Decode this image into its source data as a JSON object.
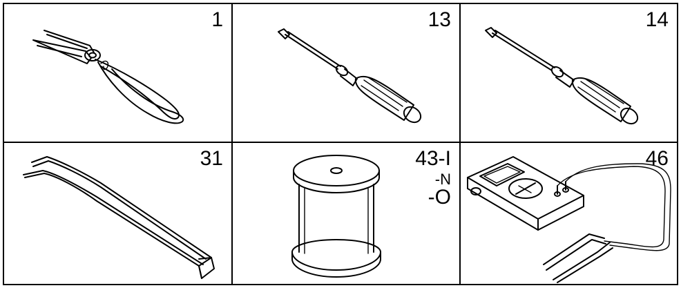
{
  "tools": [
    {
      "number": "1",
      "icon": "needle-nose-pliers-icon"
    },
    {
      "number": "13",
      "icon": "screwdriver-icon"
    },
    {
      "number": "14",
      "icon": "screwdriver-icon"
    },
    {
      "number": "31",
      "icon": "bent-tweezers-icon"
    },
    {
      "number": "43-I",
      "suffix_small": "-N",
      "suffix_large": "-O",
      "icon": "solder-wire-spool-icon"
    },
    {
      "number": "46",
      "icon": "multimeter-icon"
    }
  ]
}
